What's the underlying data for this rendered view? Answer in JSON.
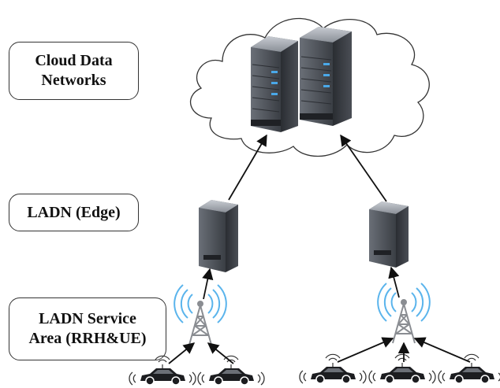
{
  "labels": {
    "cloud": "Cloud Data\nNetworks",
    "edge": "LADN (Edge)",
    "area": "LADN Service\nArea (RRH&UE)"
  },
  "colors": {
    "line": "#111111",
    "server_dark": "#2e3136",
    "server_mid": "#5b6068",
    "server_light": "#9aa0a8",
    "accent_blue": "#4aa8e8",
    "signal_blue": "#5ab4ec",
    "tower": "#8a8d92"
  },
  "icons": [
    "cloud-icon",
    "data-server-icon",
    "edge-server-icon",
    "antenna-tower-icon",
    "car-icon"
  ]
}
